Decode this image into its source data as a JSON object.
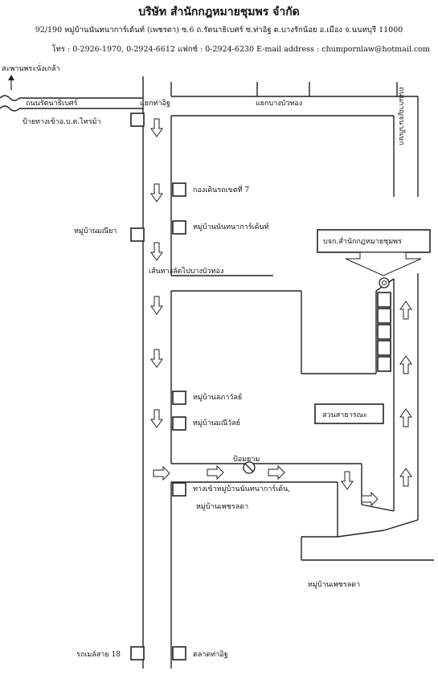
{
  "header": {
    "company": "บริษัท สำนักกฎหมายชุมพร จำกัด",
    "address": "92/190 หมู่บ้านนันทนาการ์เด้นท์ (เพชรดา) ซ.6 ถ.รัตนาธิเบศร์ ซ.ท่าอิฐ ต.บางรักน้อย อ.เมือง จ.นนทบุรี 11000",
    "contact": "โทร : 0-2926-1970, 0-2924-6612   แฟกซ์ : 0-2924-6230    E-mail address : chumpornlaw@hotmail.com"
  },
  "labels": {
    "bridge": "สะพานพระนั่งเกล้า",
    "rattanathibet_rd": "ถนนรัตนาธิเบศร์",
    "tha_it_junction": "แยกท่าอิฐ",
    "bang_bua_thong_junction": "แยกบางบัวทอง",
    "kanchana_rd": "ถนนกาญจนาภิเษก",
    "bus_stop": "ป้ายทางเข้าอ.บ.ต.ไทรม้า",
    "military_district": "กองเดินรถเขตที่ 7",
    "ban_manee": "หมู่บ้านมณียา",
    "nanthana_garden": "หมู่บ้านนันทนาการ์เด้นท์",
    "shortcut_road": "เส้นทางลัดไปบางบัวทอง",
    "company_label": "บจก.สำนักกฎหมายชุมพร",
    "lakkawan": "หมู่บ้านลภาวัลย์",
    "maneewan": "หมู่บ้านมณีวัลย์",
    "park": "สวนสาธารณะ",
    "guard_post": "ป้อมยาม",
    "entrance_line1": "ทางเข้าหมู่บ้านนันทนาการ์เด้น,",
    "entrance_line2": "หมู่บ้านเพชรลดา",
    "petchlada": "หมู่บ้านเพชรลดา",
    "bus18": "รถเมล์สาย 18",
    "tha_it_market": "ตลาดท่าอิฐ"
  }
}
